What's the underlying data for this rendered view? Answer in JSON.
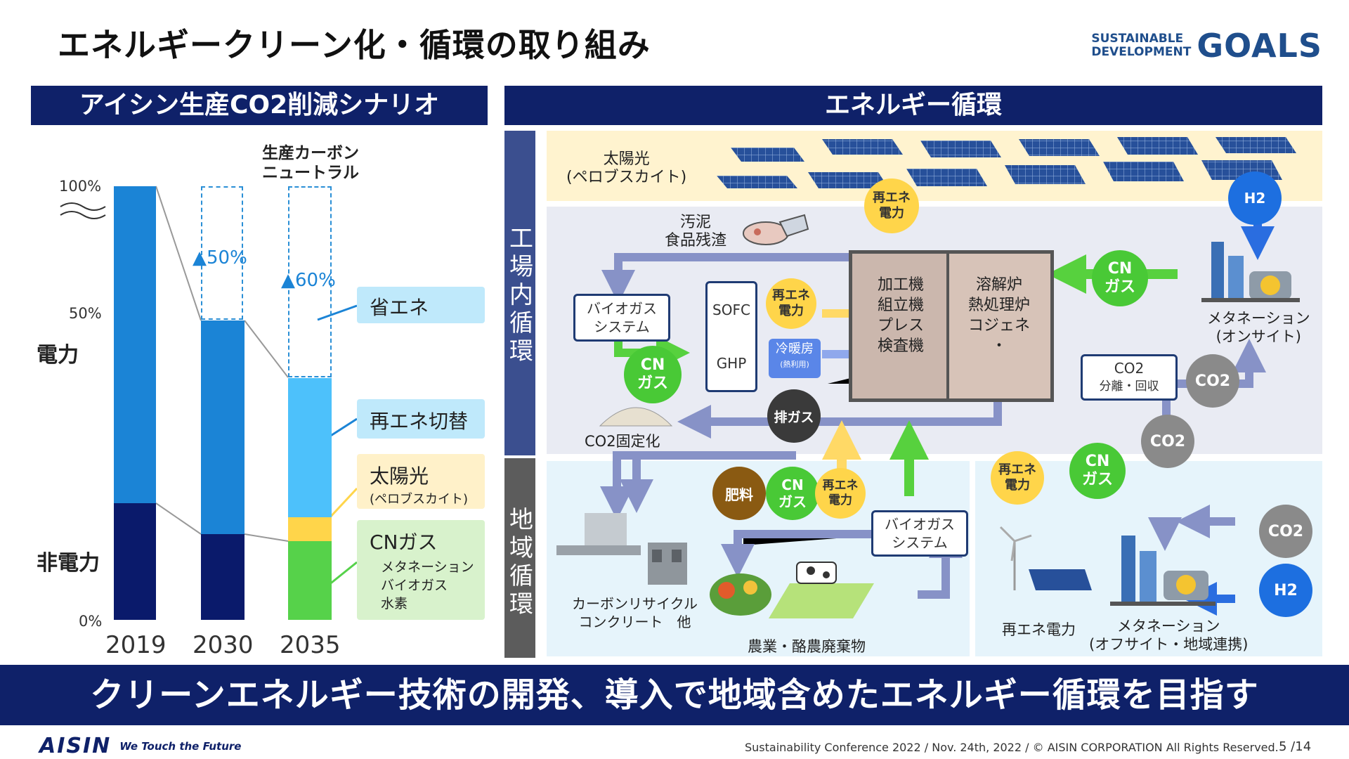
{
  "page_title": "エネルギークリーン化・循環の取り組み",
  "sdg": {
    "small_line1": "SUSTAINABLE",
    "small_line2": "DEVELOPMENT",
    "big": "GOALS"
  },
  "left_panel": {
    "header": "アイシン生産CO2削減シナリオ",
    "top_note_line1": "生産カーボン",
    "top_note_line2": "ニュートラル",
    "y_ticks": [
      "100%",
      "50%",
      "0%"
    ],
    "side_label_power": "電力",
    "side_label_nonpower": "非電力",
    "years": [
      "2019",
      "2030",
      "2035"
    ],
    "reduction_2030": "▲50%",
    "reduction_2035": "▲60%",
    "legend": {
      "save_energy": "省エネ",
      "renewable_switch": "再エネ切替",
      "solar": "太陽光",
      "solar_sub": "(ペロブスカイト)",
      "cn_gas": "CNガス",
      "cn_gas_items": [
        "メタネーション",
        "バイオガス",
        "水素"
      ]
    },
    "colors": {
      "dark": "#0a1a6b",
      "mid": "#1b84d6",
      "light": "#4dc1fb",
      "yellow": "#ffd54a",
      "green": "#56d24a"
    }
  },
  "right_panel": {
    "header": "エネルギー循環",
    "vertical_factory": "工場内循環",
    "vertical_region": "地域循環",
    "solar_label_line1": "太陽光",
    "solar_label_line2": "(ペロブスカイト)",
    "sludge_line1": "汚泥",
    "sludge_line2": "食品残渣",
    "biogas_line1": "バイオガス",
    "biogas_line2": "システム",
    "sofc": "SOFC",
    "ghp": "GHP",
    "renewable_power_line1": "再エネ",
    "renewable_power_line2": "電力",
    "cooling_heating": "冷暖房",
    "heat_use": "(熱利用)",
    "cn_line1": "CN",
    "cn_line2": "ガス",
    "factory_left": [
      "加工機",
      "組立機",
      "プレス",
      "検査機"
    ],
    "factory_right": [
      "溶解炉",
      "熱処理炉",
      "コジェネ",
      "・"
    ],
    "methanation_onsite_line1": "メタネーション",
    "methanation_onsite_line2": "(オンサイト)",
    "h2": "H2",
    "co2": "CO2",
    "co2_sep_line1": "CO2",
    "co2_sep_line2": "分離・回収",
    "exhaust": "排ガス",
    "co2_fix": "CO2固定化",
    "fertilizer": "肥料",
    "carbon_recycle_line1": "カーボンリサイクル",
    "carbon_recycle_line2": "コンクリート　他",
    "agri_waste": "農業・酪農廃棄物",
    "renewable_power": "再エネ電力",
    "methanation_offsite_line1": "メタネーション",
    "methanation_offsite_line2": "(オフサイト・地域連携)"
  },
  "banner": "クリーンエネルギー技術の開発、導入で地域含めたエネルギー循環を目指す",
  "footer": {
    "logo": "AISIN",
    "tagline": "We Touch the Future",
    "copyright": "Sustainability Conference 2022 / Nov. 24th, 2022 / © AISIN CORPORATION All Rights Reserved.",
    "page": "5  /14"
  }
}
